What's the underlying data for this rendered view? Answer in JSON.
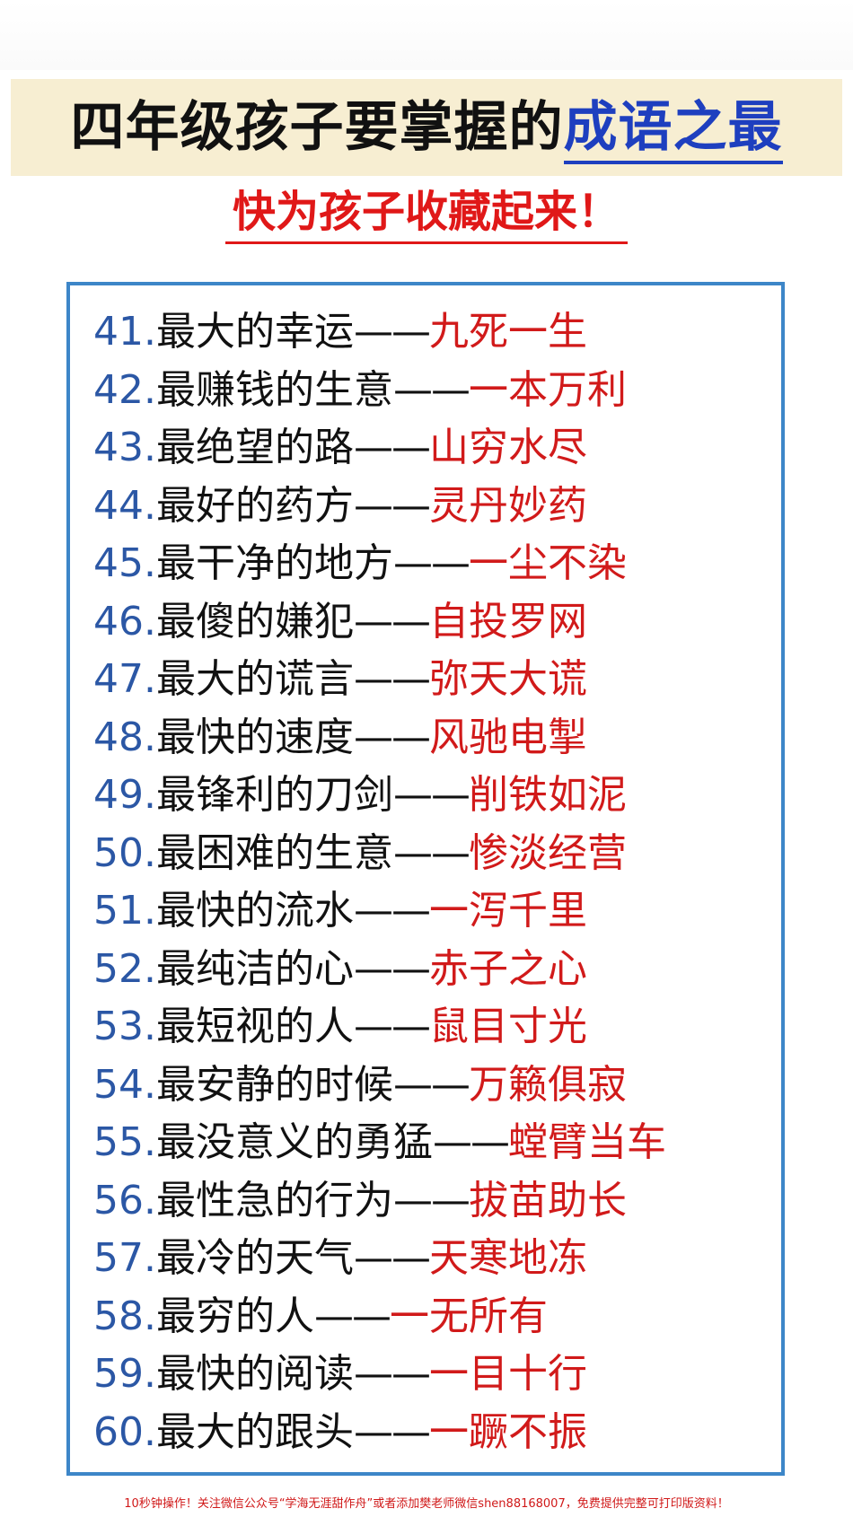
{
  "header": {
    "title_dark": "四年级孩子要掌握的",
    "title_highlight": "成语之最",
    "subtitle": "快为孩子收藏起来！"
  },
  "colors": {
    "title_band": "#f7eed2",
    "highlight_blue": "#1e3fbf",
    "accent_red": "#e01818",
    "number_blue": "#2b57a5",
    "box_border": "#3d86c8"
  },
  "items": [
    {
      "num": "41.",
      "desc": "最大的幸运",
      "dash": "——",
      "idiom": "九死一生"
    },
    {
      "num": "42.",
      "desc": "最赚钱的生意",
      "dash": "——",
      "idiom": "一本万利"
    },
    {
      "num": "43.",
      "desc": "最绝望的路",
      "dash": "——",
      "idiom": "山穷水尽"
    },
    {
      "num": "44.",
      "desc": "最好的药方",
      "dash": "——",
      "idiom": "灵丹妙药"
    },
    {
      "num": "45.",
      "desc": "最干净的地方",
      "dash": "——",
      "idiom": "一尘不染"
    },
    {
      "num": "46.",
      "desc": "最傻的嫌犯",
      "dash": "——",
      "idiom": "自投罗网"
    },
    {
      "num": "47.",
      "desc": "最大的谎言",
      "dash": "——",
      "idiom": "弥天大谎"
    },
    {
      "num": "48.",
      "desc": "最快的速度",
      "dash": "——",
      "idiom": "风驰电掣"
    },
    {
      "num": "49.",
      "desc": "最锋利的刀剑",
      "dash": "——",
      "idiom": "削铁如泥"
    },
    {
      "num": "50.",
      "desc": "最困难的生意",
      "dash": "——",
      "idiom": "惨淡经营"
    },
    {
      "num": "51.",
      "desc": "最快的流水",
      "dash": "——",
      "idiom": "一泻千里"
    },
    {
      "num": "52.",
      "desc": "最纯洁的心",
      "dash": "——",
      "idiom": "赤子之心"
    },
    {
      "num": "53.",
      "desc": "最短视的人",
      "dash": "——",
      "idiom": "鼠目寸光"
    },
    {
      "num": "54.",
      "desc": "最安静的时候",
      "dash": "——",
      "idiom": "万籁俱寂"
    },
    {
      "num": "55.",
      "desc": "最没意义的勇猛",
      "dash": "——",
      "idiom": "螳臂当车"
    },
    {
      "num": "56.",
      "desc": "最性急的行为",
      "dash": "——",
      "idiom": "拔苗助长"
    },
    {
      "num": "57.",
      "desc": "最冷的天气",
      "dash": "——",
      "idiom": "天寒地冻"
    },
    {
      "num": "58.",
      "desc": "最穷的人",
      "dash": "——",
      "idiom": "一无所有"
    },
    {
      "num": "59.",
      "desc": "最快的阅读",
      "dash": "——",
      "idiom": "一目十行"
    },
    {
      "num": "60.",
      "desc": "最大的跟头",
      "dash": "——",
      "idiom": "一蹶不振"
    }
  ],
  "footer": {
    "text": "10秒钟操作！关注微信公众号“学海无涯甜作舟”或者添加樊老师微信shen88168007，免费提供完整可打印版资料！"
  }
}
